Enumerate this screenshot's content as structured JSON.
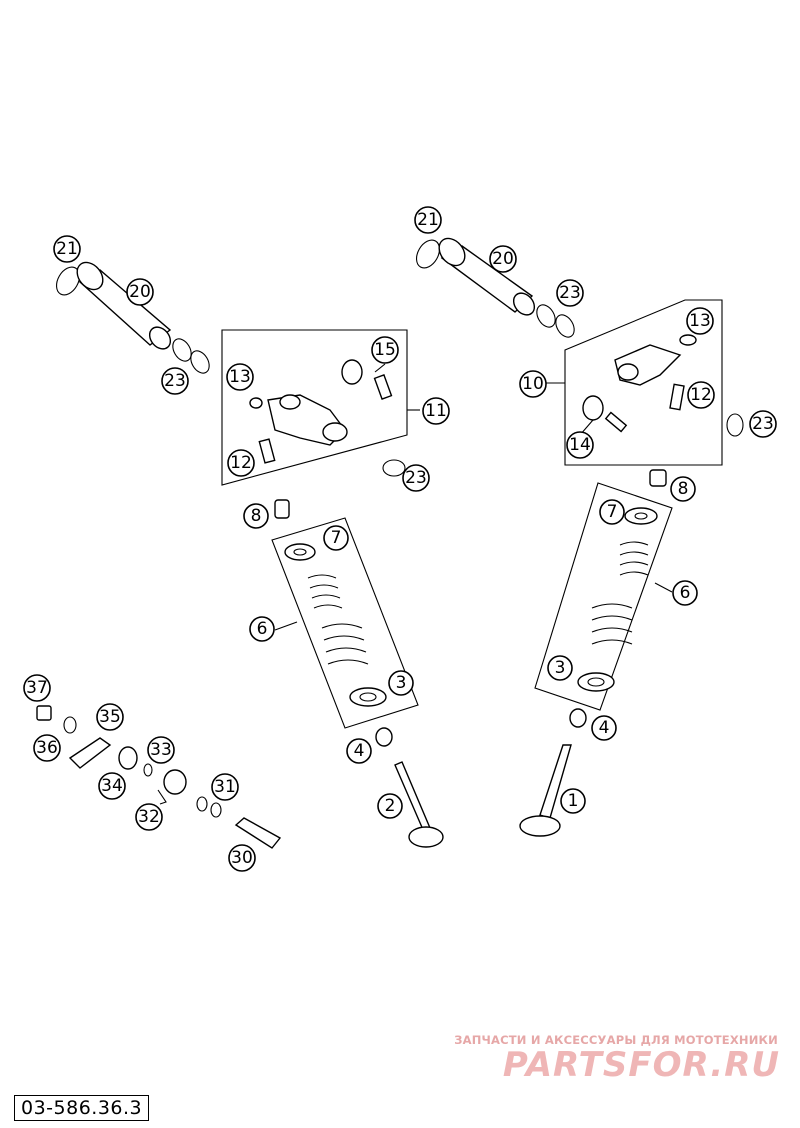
{
  "callouts": {
    "c1": "1",
    "c2": "2",
    "c3a": "3",
    "c3b": "3",
    "c4a": "4",
    "c4b": "4",
    "c6a": "6",
    "c6b": "6",
    "c7a": "7",
    "c7b": "7",
    "c8a": "8",
    "c8b": "8",
    "c10": "10",
    "c11": "11",
    "c12a": "12",
    "c12b": "12",
    "c13a": "13",
    "c13b": "13",
    "c14": "14",
    "c15": "15",
    "c20a": "20",
    "c20b": "20",
    "c21a": "21",
    "c21b": "21",
    "c23a": "23",
    "c23b": "23",
    "c23c": "23",
    "c23d": "23",
    "c30": "30",
    "c31": "31",
    "c32": "32",
    "c33": "33",
    "c34": "34",
    "c35": "35",
    "c36": "36",
    "c37": "37"
  },
  "reference_code": "03-586.36.3",
  "watermark": {
    "tagline": "ЗАПЧАСТИ И АКСЕССУАРЫ ДЛЯ МОТОТЕХНИКИ",
    "logo": "PARTSFOR.RU"
  }
}
